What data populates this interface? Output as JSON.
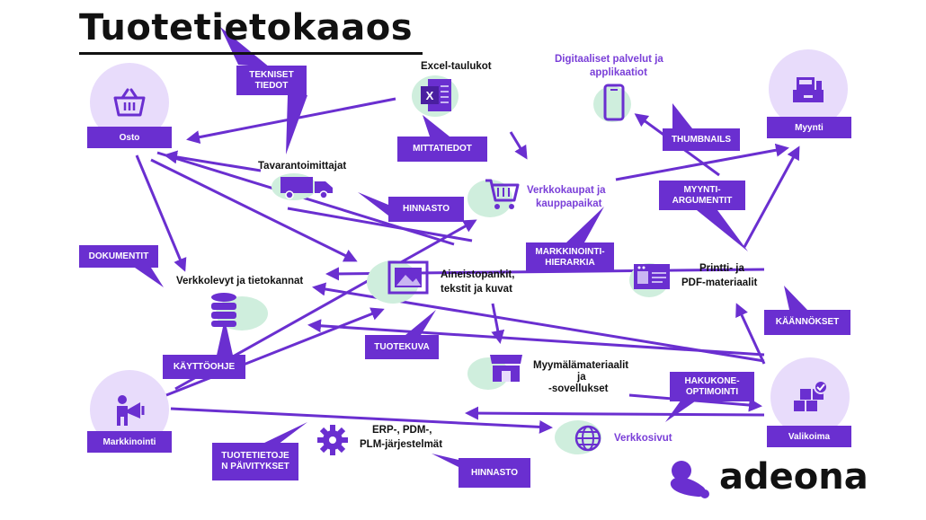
{
  "title": "Tuotetietokaaos",
  "logo_text": "adeona",
  "colors": {
    "purple": "#6a2fd0",
    "lilac": "#e8dcfb",
    "mint": "#cfeedd",
    "text": "#111111"
  },
  "nodes": {
    "osto": "Osto",
    "markkinointi": "Markkinointi",
    "myynti": "Myynti",
    "valikoima": "Valikoima",
    "excel": "Excel-taulukot",
    "tavarantoimittajat": "Tavarantoimittajat",
    "digitaaliset_1": "Digitaaliset palvelut ja",
    "digitaaliset_2": "applikaatiot",
    "verkkokaupat_1": "Verkkokaupat ja",
    "verkkokaupat_2": "kauppapaikat",
    "verkkolevyt": "Verkkolevyt ja tietokannat",
    "aineisto_1": "Aineistopankit,",
    "aineisto_2": "tekstit ja kuvat",
    "printti_1": "Printti- ja",
    "printti_2": "PDF-materiaalit",
    "myymala_1": "Myymälämateriaalit",
    "myymala_2": "ja",
    "myymala_3": "-sovellukset",
    "erp_1": "ERP-, PDM-,",
    "erp_2": "PLM-järjestelmät",
    "verkkosivut": "Verkkosivut"
  },
  "tags": {
    "tekniset_1": "TEKNISET",
    "tekniset_2": "TIEDOT",
    "mittatiedot": "MITTATIEDOT",
    "thumbnails": "THUMBNAILS",
    "hinnasto_top": "HINNASTO",
    "myyntiarg_1": "MYYNTI-",
    "myyntiarg_2": "ARGUMENTIT",
    "dokumentit": "DOKUMENTIT",
    "markkinointihierarkia_1": "MARKKINOINTI-",
    "markkinointihierarkia_2": "HIERARKIA",
    "kaannokset": "KÄÄNNÖKSET",
    "tuotekuva": "TUOTEKUVA",
    "kayttoohje": "KÄYTTÖOHJE",
    "hakukone_1": "HAKUKONE-",
    "hakukone_2": "OPTIMOINTI",
    "tuotetietoje_1": "TUOTETIETOJE",
    "tuotetietoje_2": "N PÄIVITYKSET",
    "hinnasto_bottom": "HINNASTO"
  },
  "icons": [
    "basket-icon",
    "cash-register-icon",
    "megaphone-icon",
    "boxes-icon",
    "excel-icon",
    "truck-icon",
    "smartphone-icon",
    "shopping-cart-icon",
    "database-icon",
    "image-icon",
    "brochure-icon",
    "storefront-icon",
    "gear-icon",
    "globe-icon",
    "adeona-logo-icon"
  ]
}
